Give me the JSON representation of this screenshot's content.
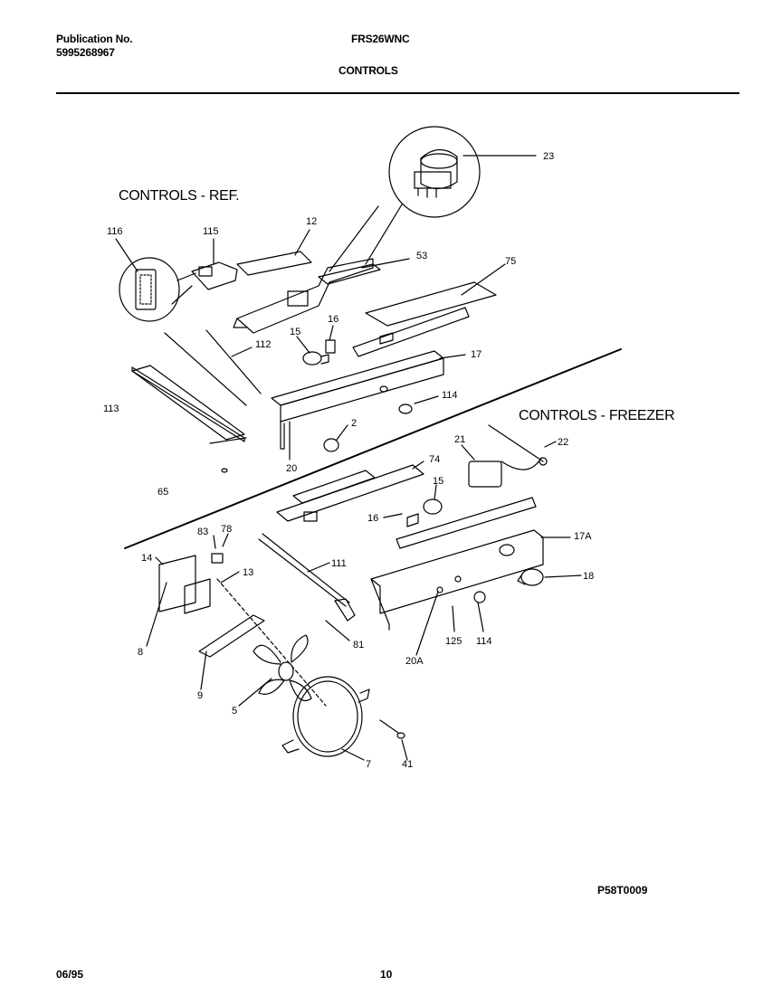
{
  "header": {
    "publication_label": "Publication No.",
    "publication_number": "5995268967",
    "model": "FRS26WNC",
    "page_title": "CONTROLS"
  },
  "sections": {
    "ref": "CONTROLS - REF.",
    "freezer": "CONTROLS - FREEZER"
  },
  "callouts": {
    "c23": "23",
    "c116": "116",
    "c115": "115",
    "c12": "12",
    "c53": "53",
    "c75": "75",
    "c16a": "16",
    "c15a": "15",
    "c112": "112",
    "c17": "17",
    "c113": "113",
    "c114a": "114",
    "c2": "2",
    "c20": "20",
    "c65": "65",
    "c74": "74",
    "c21": "21",
    "c22": "22",
    "c15b": "15",
    "c16b": "16",
    "c83": "83",
    "c78": "78",
    "c14": "14",
    "c111": "111",
    "c17a": "17A",
    "c13": "13",
    "c18": "18",
    "c8": "8",
    "c81": "81",
    "c20a": "20A",
    "c125": "125",
    "c114b": "114",
    "c9": "9",
    "c5": "5",
    "c7": "7",
    "c41": "41"
  },
  "figure_code": "P58T0009",
  "footer": {
    "date": "06/95",
    "page": "10"
  }
}
